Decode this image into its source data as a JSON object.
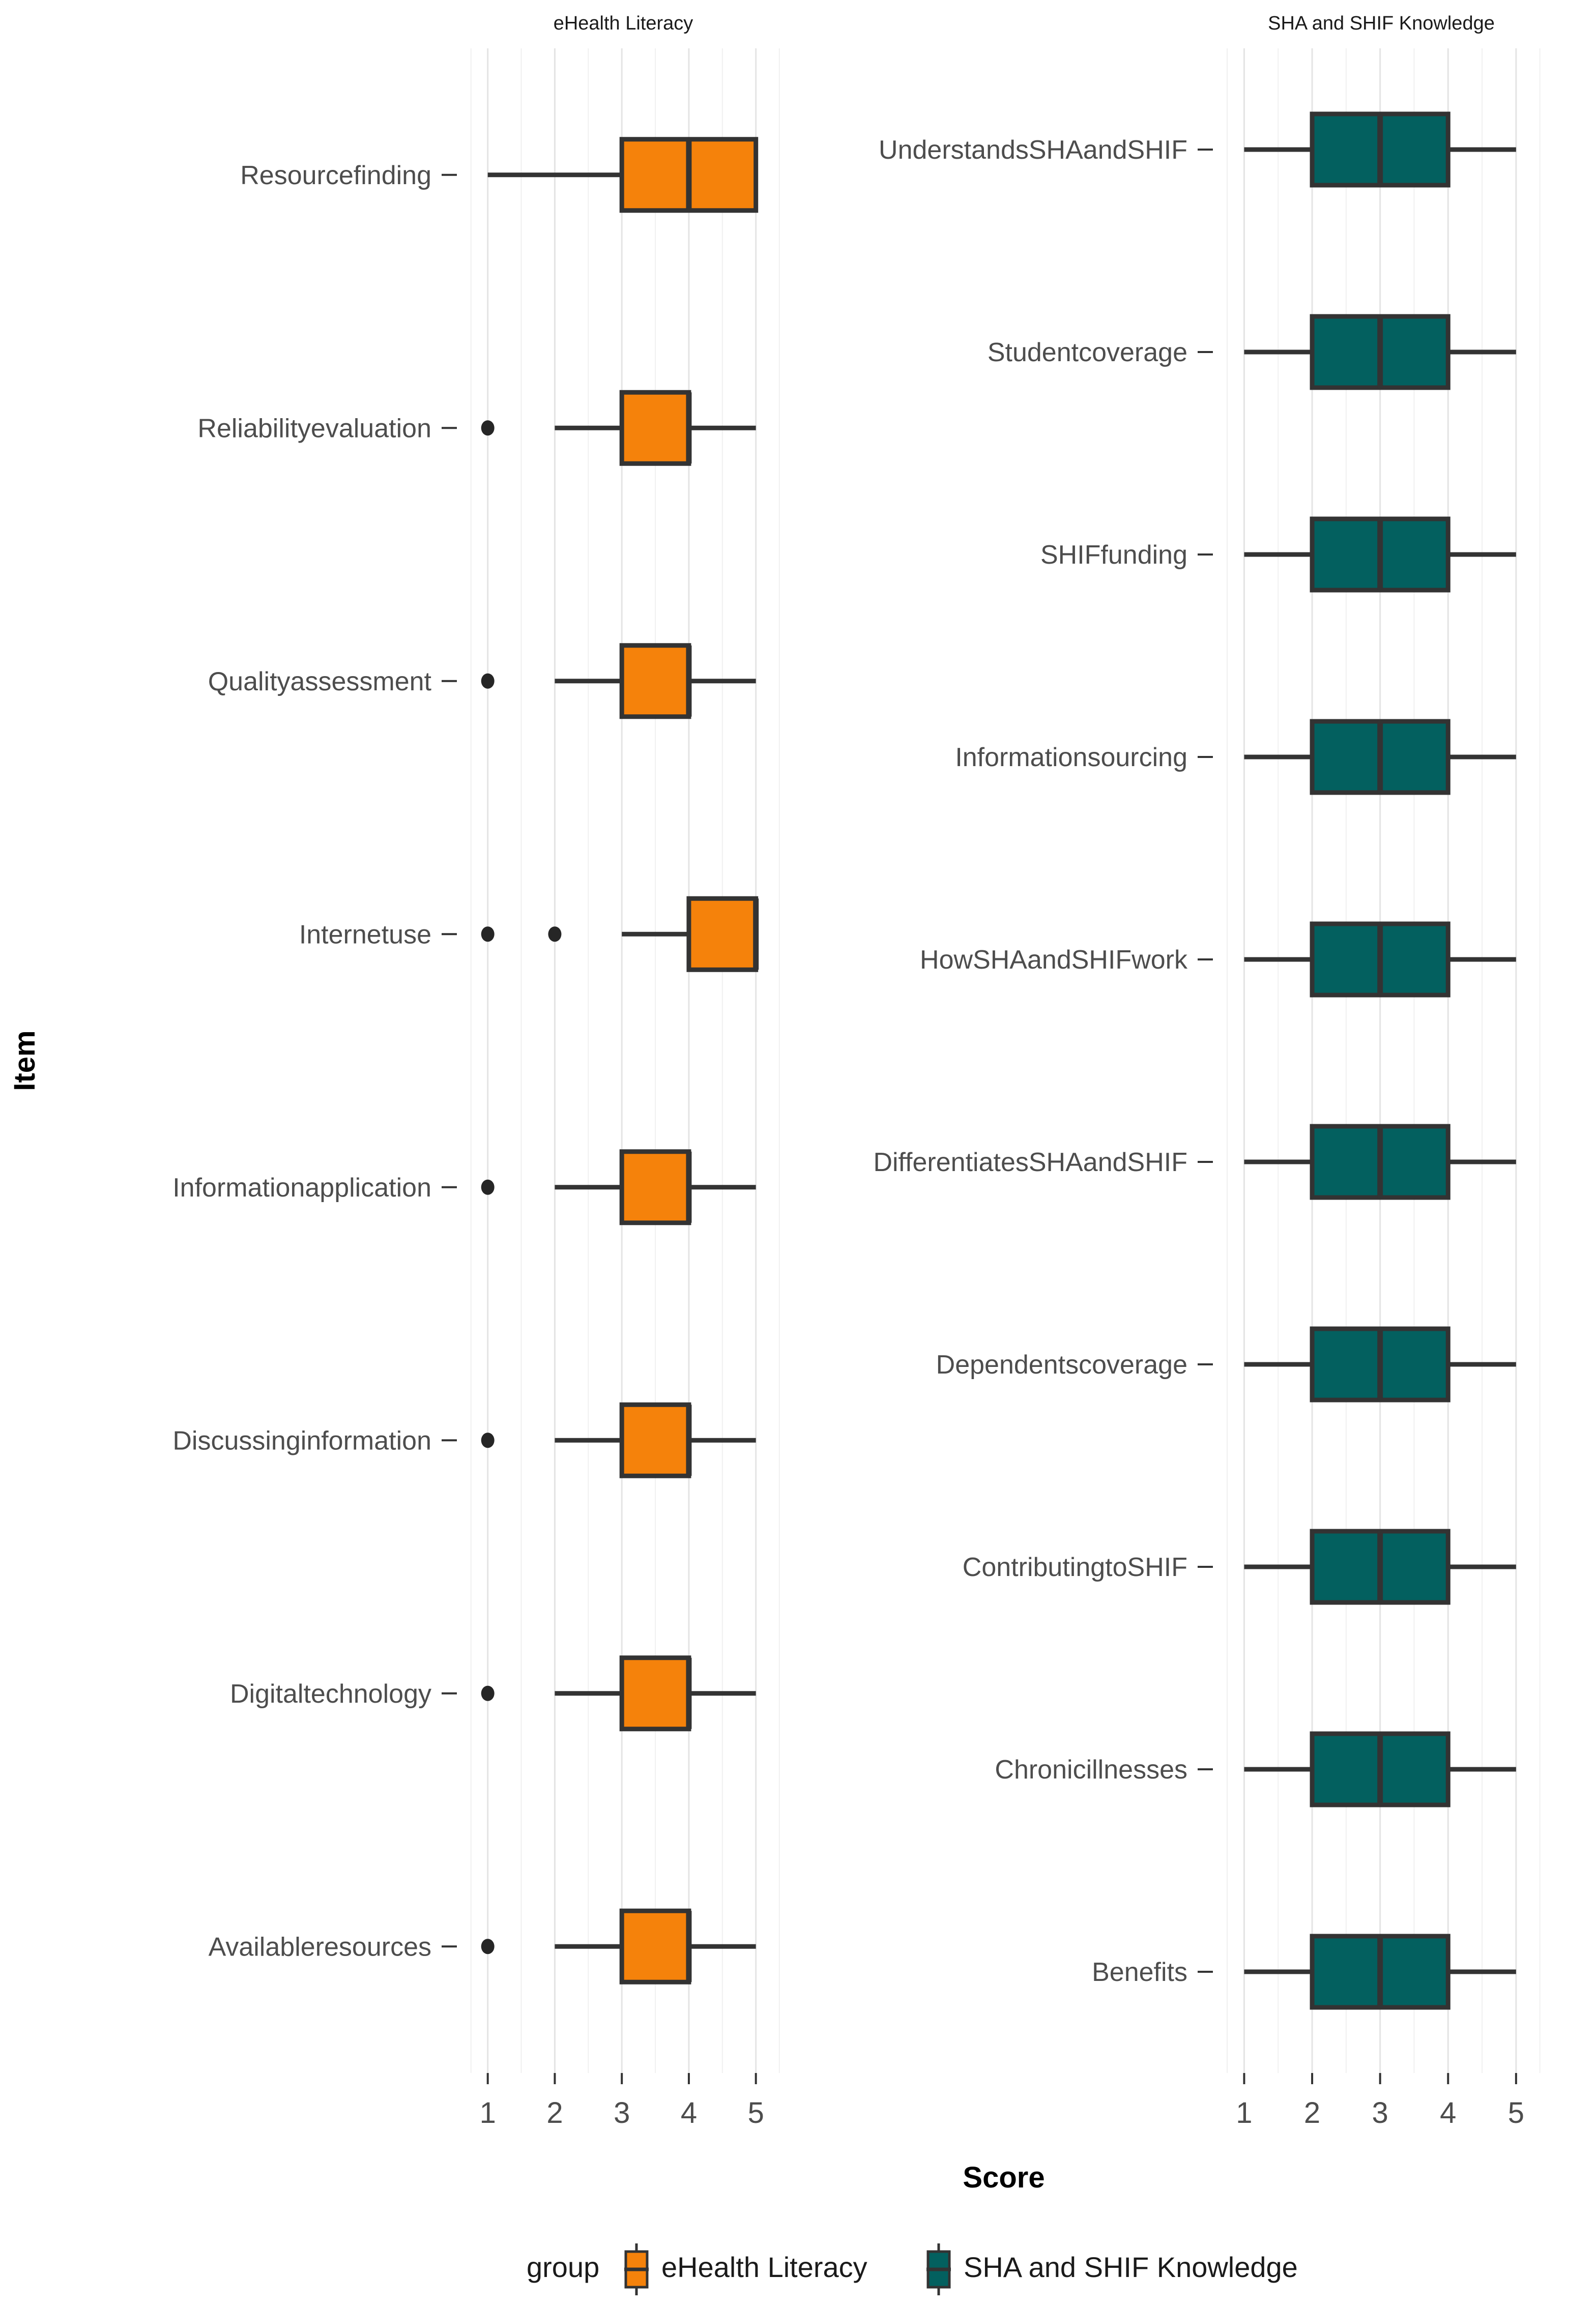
{
  "axis": {
    "x_title": "Score",
    "y_title": "Item",
    "x_ticks": [
      "1",
      "2",
      "3",
      "4",
      "5"
    ],
    "x_tick_values": [
      1,
      2,
      3,
      4,
      5
    ],
    "x_range": [
      0.6,
      5.45
    ]
  },
  "legend": {
    "title": "group",
    "entries": [
      {
        "label": "eHealth Literacy",
        "color": "#F5820B"
      },
      {
        "label": "SHA and SHIF Knowledge",
        "color": "#03605F"
      }
    ]
  },
  "colors": {
    "ehealth": "#F5820B",
    "sha_shif": "#03605F",
    "outline": "#333333",
    "grid_major": "#e4e4e4",
    "grid_minor": "#f0f0f0",
    "text": "#4d4d4d",
    "background": "#ffffff"
  },
  "chart_data": {
    "type": "box",
    "title": "",
    "xlabel": "Score",
    "ylabel": "Item",
    "xlim": [
      0.6,
      5.45
    ],
    "grid": true,
    "legend_position": "bottom",
    "facets": [
      {
        "name": "eHealth Literacy",
        "color": "#F5820B",
        "categories": [
          "Resourcefinding",
          "Reliabilityevaluation",
          "Qualityassessment",
          "Internetuse",
          "Informationapplication",
          "Discussinginformation",
          "Digitaltechnology",
          "Availableresources"
        ],
        "boxes": [
          {
            "item": "Resourcefinding",
            "lower_whisker": 1.0,
            "q1": 3.0,
            "median": 4.0,
            "q3": 5.0,
            "upper_whisker": 5.0,
            "outliers": []
          },
          {
            "item": "Reliabilityevaluation",
            "lower_whisker": 2.0,
            "q1": 3.0,
            "median": 4.0,
            "q3": 4.0,
            "upper_whisker": 5.0,
            "outliers": [
              1.0
            ]
          },
          {
            "item": "Qualityassessment",
            "lower_whisker": 2.0,
            "q1": 3.0,
            "median": 4.0,
            "q3": 4.0,
            "upper_whisker": 5.0,
            "outliers": [
              1.0
            ]
          },
          {
            "item": "Internetuse",
            "lower_whisker": 3.0,
            "q1": 4.0,
            "median": 5.0,
            "q3": 5.0,
            "upper_whisker": 5.0,
            "outliers": [
              1.0,
              2.0
            ]
          },
          {
            "item": "Informationapplication",
            "lower_whisker": 2.0,
            "q1": 3.0,
            "median": 4.0,
            "q3": 4.0,
            "upper_whisker": 5.0,
            "outliers": [
              1.0
            ]
          },
          {
            "item": "Discussinginformation",
            "lower_whisker": 2.0,
            "q1": 3.0,
            "median": 4.0,
            "q3": 4.0,
            "upper_whisker": 5.0,
            "outliers": [
              1.0
            ]
          },
          {
            "item": "Digitaltechnology",
            "lower_whisker": 2.0,
            "q1": 3.0,
            "median": 4.0,
            "q3": 4.0,
            "upper_whisker": 5.0,
            "outliers": [
              1.0
            ]
          },
          {
            "item": "Availableresources",
            "lower_whisker": 2.0,
            "q1": 3.0,
            "median": 4.0,
            "q3": 4.0,
            "upper_whisker": 5.0,
            "outliers": [
              1.0
            ]
          }
        ]
      },
      {
        "name": "SHA and SHIF Knowledge",
        "color": "#03605F",
        "categories": [
          "UnderstandsSHAandSHIF",
          "Studentcoverage",
          "SHIFfunding",
          "Informationsourcing",
          "HowSHAandSHIFwork",
          "DifferentiatesSHAandSHIF",
          "Dependentscoverage",
          "ContributingtoSHIF",
          "Chronicillnesses",
          "Benefits"
        ],
        "boxes": [
          {
            "item": "UnderstandsSHAandSHIF",
            "lower_whisker": 1.0,
            "q1": 2.0,
            "median": 3.0,
            "q3": 4.0,
            "upper_whisker": 5.0,
            "outliers": []
          },
          {
            "item": "Studentcoverage",
            "lower_whisker": 1.0,
            "q1": 2.0,
            "median": 3.0,
            "q3": 4.0,
            "upper_whisker": 5.0,
            "outliers": []
          },
          {
            "item": "SHIFfunding",
            "lower_whisker": 1.0,
            "q1": 2.0,
            "median": 3.0,
            "q3": 4.0,
            "upper_whisker": 5.0,
            "outliers": []
          },
          {
            "item": "Informationsourcing",
            "lower_whisker": 1.0,
            "q1": 2.0,
            "median": 3.0,
            "q3": 4.0,
            "upper_whisker": 5.0,
            "outliers": []
          },
          {
            "item": "HowSHAandSHIFwork",
            "lower_whisker": 1.0,
            "q1": 2.0,
            "median": 3.0,
            "q3": 4.0,
            "upper_whisker": 5.0,
            "outliers": []
          },
          {
            "item": "DifferentiatesSHAandSHIF",
            "lower_whisker": 1.0,
            "q1": 2.0,
            "median": 3.0,
            "q3": 4.0,
            "upper_whisker": 5.0,
            "outliers": []
          },
          {
            "item": "Dependentscoverage",
            "lower_whisker": 1.0,
            "q1": 2.0,
            "median": 3.0,
            "q3": 4.0,
            "upper_whisker": 5.0,
            "outliers": []
          },
          {
            "item": "ContributingtoSHIF",
            "lower_whisker": 1.0,
            "q1": 2.0,
            "median": 3.0,
            "q3": 4.0,
            "upper_whisker": 5.0,
            "outliers": []
          },
          {
            "item": "Chronicillnesses",
            "lower_whisker": 1.0,
            "q1": 2.0,
            "median": 3.0,
            "q3": 4.0,
            "upper_whisker": 5.0,
            "outliers": []
          },
          {
            "item": "Benefits",
            "lower_whisker": 1.0,
            "q1": 2.0,
            "median": 3.0,
            "q3": 4.0,
            "upper_whisker": 5.0,
            "outliers": []
          }
        ]
      }
    ]
  }
}
